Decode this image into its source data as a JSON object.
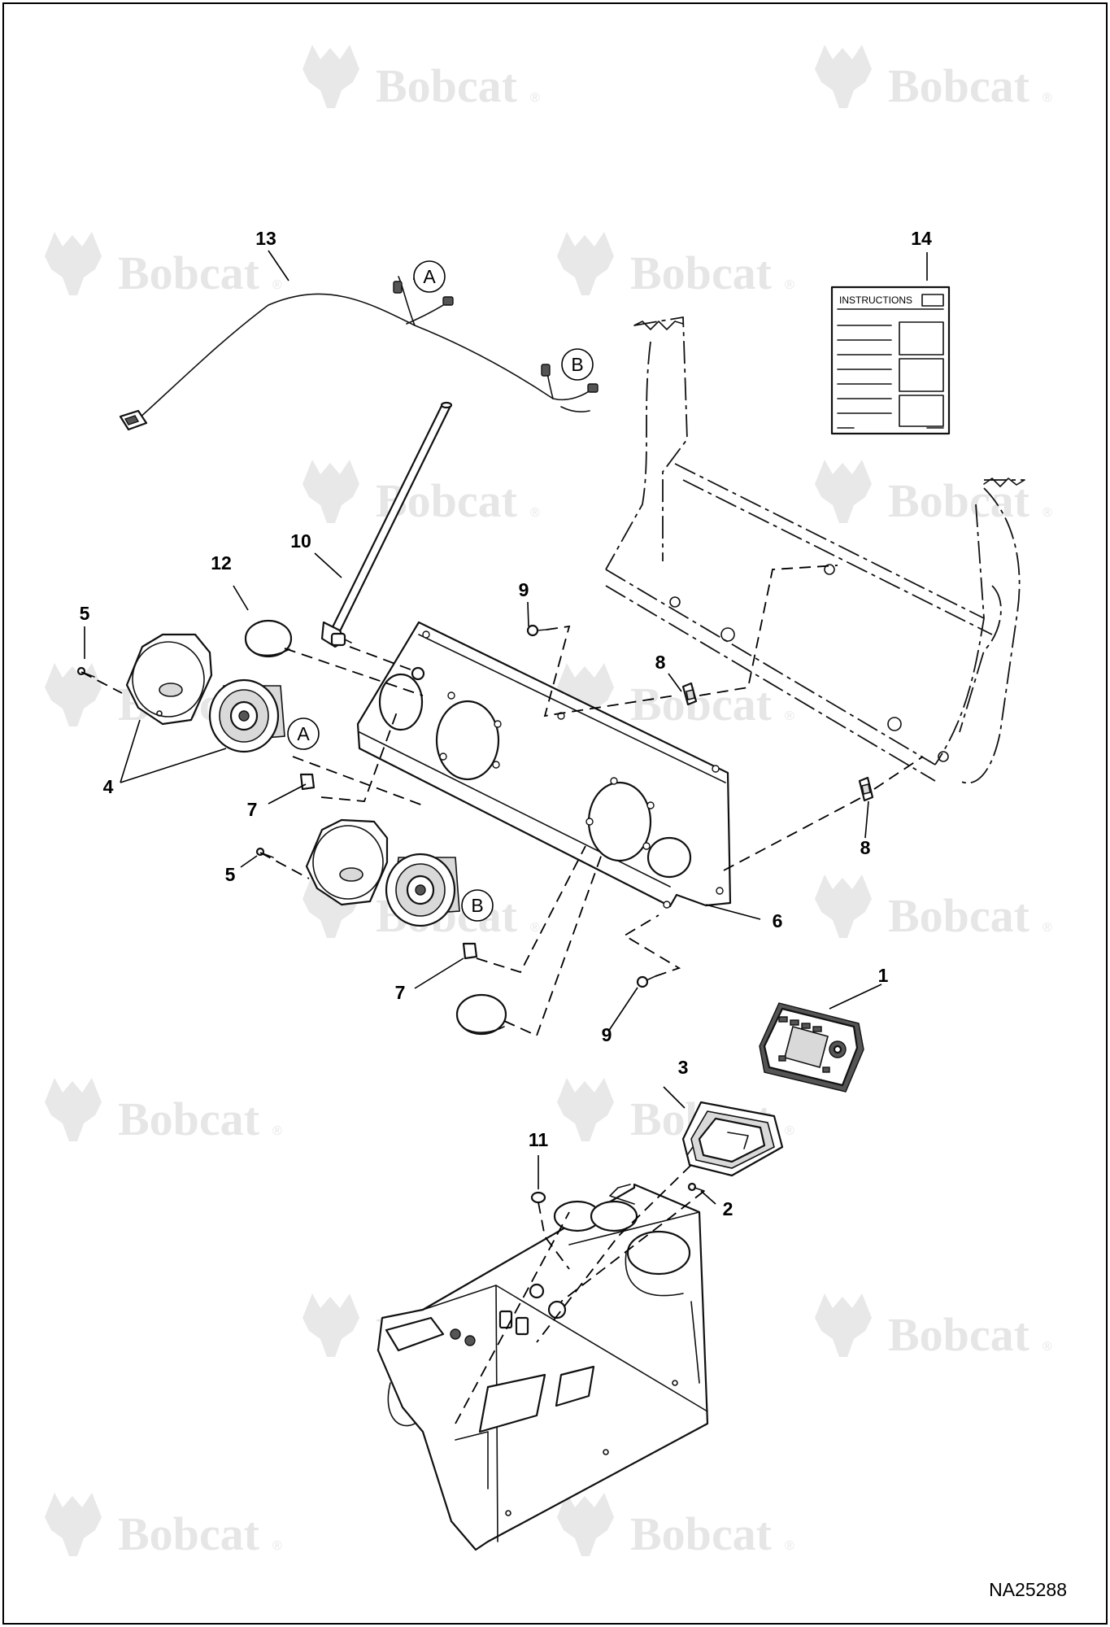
{
  "figure_id": "NA25288",
  "watermark": {
    "text": "Bobcat",
    "mark": "®"
  },
  "instruction_sheet": {
    "title": "INSTRUCTIONS"
  },
  "connector_labels": {
    "a": "A",
    "b": "B"
  },
  "callouts": [
    {
      "id": "c13",
      "label": "13"
    },
    {
      "id": "c14",
      "label": "14"
    },
    {
      "id": "c10",
      "label": "10"
    },
    {
      "id": "c12",
      "label": "12"
    },
    {
      "id": "c5a",
      "label": "5"
    },
    {
      "id": "c9a",
      "label": "9"
    },
    {
      "id": "c8a",
      "label": "8"
    },
    {
      "id": "c4",
      "label": "4"
    },
    {
      "id": "c7a",
      "label": "7"
    },
    {
      "id": "c5b",
      "label": "5"
    },
    {
      "id": "c8b",
      "label": "8"
    },
    {
      "id": "c6",
      "label": "6"
    },
    {
      "id": "c7b",
      "label": "7"
    },
    {
      "id": "c1",
      "label": "1"
    },
    {
      "id": "c9b",
      "label": "9"
    },
    {
      "id": "c3",
      "label": "3"
    },
    {
      "id": "c11",
      "label": "11"
    },
    {
      "id": "c2",
      "label": "2"
    }
  ],
  "parts": {
    "wire_harness": "wire-harness",
    "antenna": "antenna",
    "speaker_panel": "speaker-panel",
    "roll_bar": "rops-crossmember",
    "center_console": "center-console",
    "radio": "radio-unit",
    "radio_bezel": "radio-bezel"
  }
}
